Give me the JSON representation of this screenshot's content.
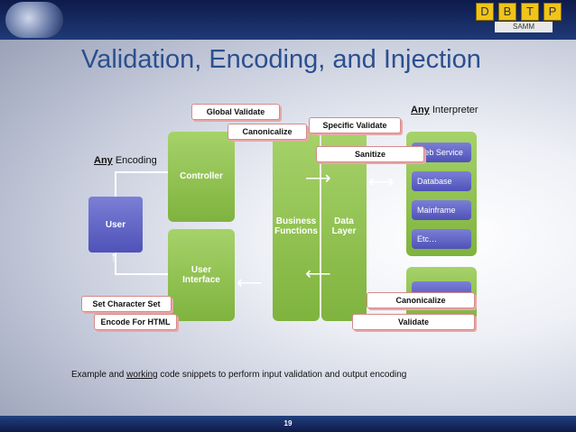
{
  "slide": {
    "title": "Validation, Encoding, and Injection",
    "page_number": "19",
    "caption_prefix": "Example and ",
    "caption_working": "working",
    "caption_suffix": " code snippets to perform input validation and output encoding"
  },
  "header_badges": [
    "D",
    "B",
    "T",
    "P"
  ],
  "samm_label": "SAMM",
  "labels": {
    "any_encoding_any": "Any",
    "any_encoding_rest": " Encoding",
    "any_interpreter_any": "Any",
    "any_interpreter_rest": " Interpreter"
  },
  "boxes": {
    "user": "User",
    "controller": "Controller",
    "user_interface": "User\nInterface",
    "business_functions": "Business\nFunctions",
    "data_layer": "Data\nLayer"
  },
  "interpreters": [
    "Web Service",
    "Database",
    "Mainframe",
    "Etc…"
  ],
  "tags": {
    "global_validate": "Global Validate",
    "canonicalize_top": "Canonicalize",
    "specific_validate": "Specific Validate",
    "sanitize": "Sanitize",
    "canonicalize_bottom": "Canonicalize",
    "validate": "Validate",
    "set_character_set": "Set Character Set",
    "encode_for_html": "Encode For HTML"
  }
}
